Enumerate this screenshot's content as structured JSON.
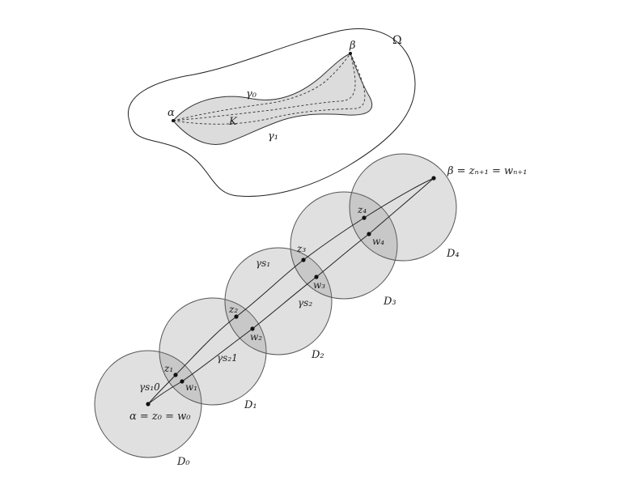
{
  "top_figure": {
    "omega_label": "Ω",
    "alpha_label": "α",
    "beta_label": "β",
    "gamma0_label": "γ₀",
    "gamma1_label": "γ₁",
    "k_label": "K"
  },
  "chain_figure": {
    "start_label": "α = z₀ = w₀",
    "end_label": "β = zₙ₊₁ = wₙ₊₁",
    "gamma_s1_0_label": "γs₁0",
    "gamma_s1_label": "γs₁",
    "gamma_s2_label": "γs₂",
    "gamma_s2_1_label": "γs₂1",
    "disks": [
      {
        "label": "D₀"
      },
      {
        "label": "D₁"
      },
      {
        "label": "D₂"
      },
      {
        "label": "D₃"
      },
      {
        "label": "D₄"
      }
    ],
    "z_points": [
      "z₁",
      "z₂",
      "z₃",
      "z₄"
    ],
    "w_points": [
      "w₁",
      "w₂",
      "w₃",
      "w₄"
    ]
  }
}
